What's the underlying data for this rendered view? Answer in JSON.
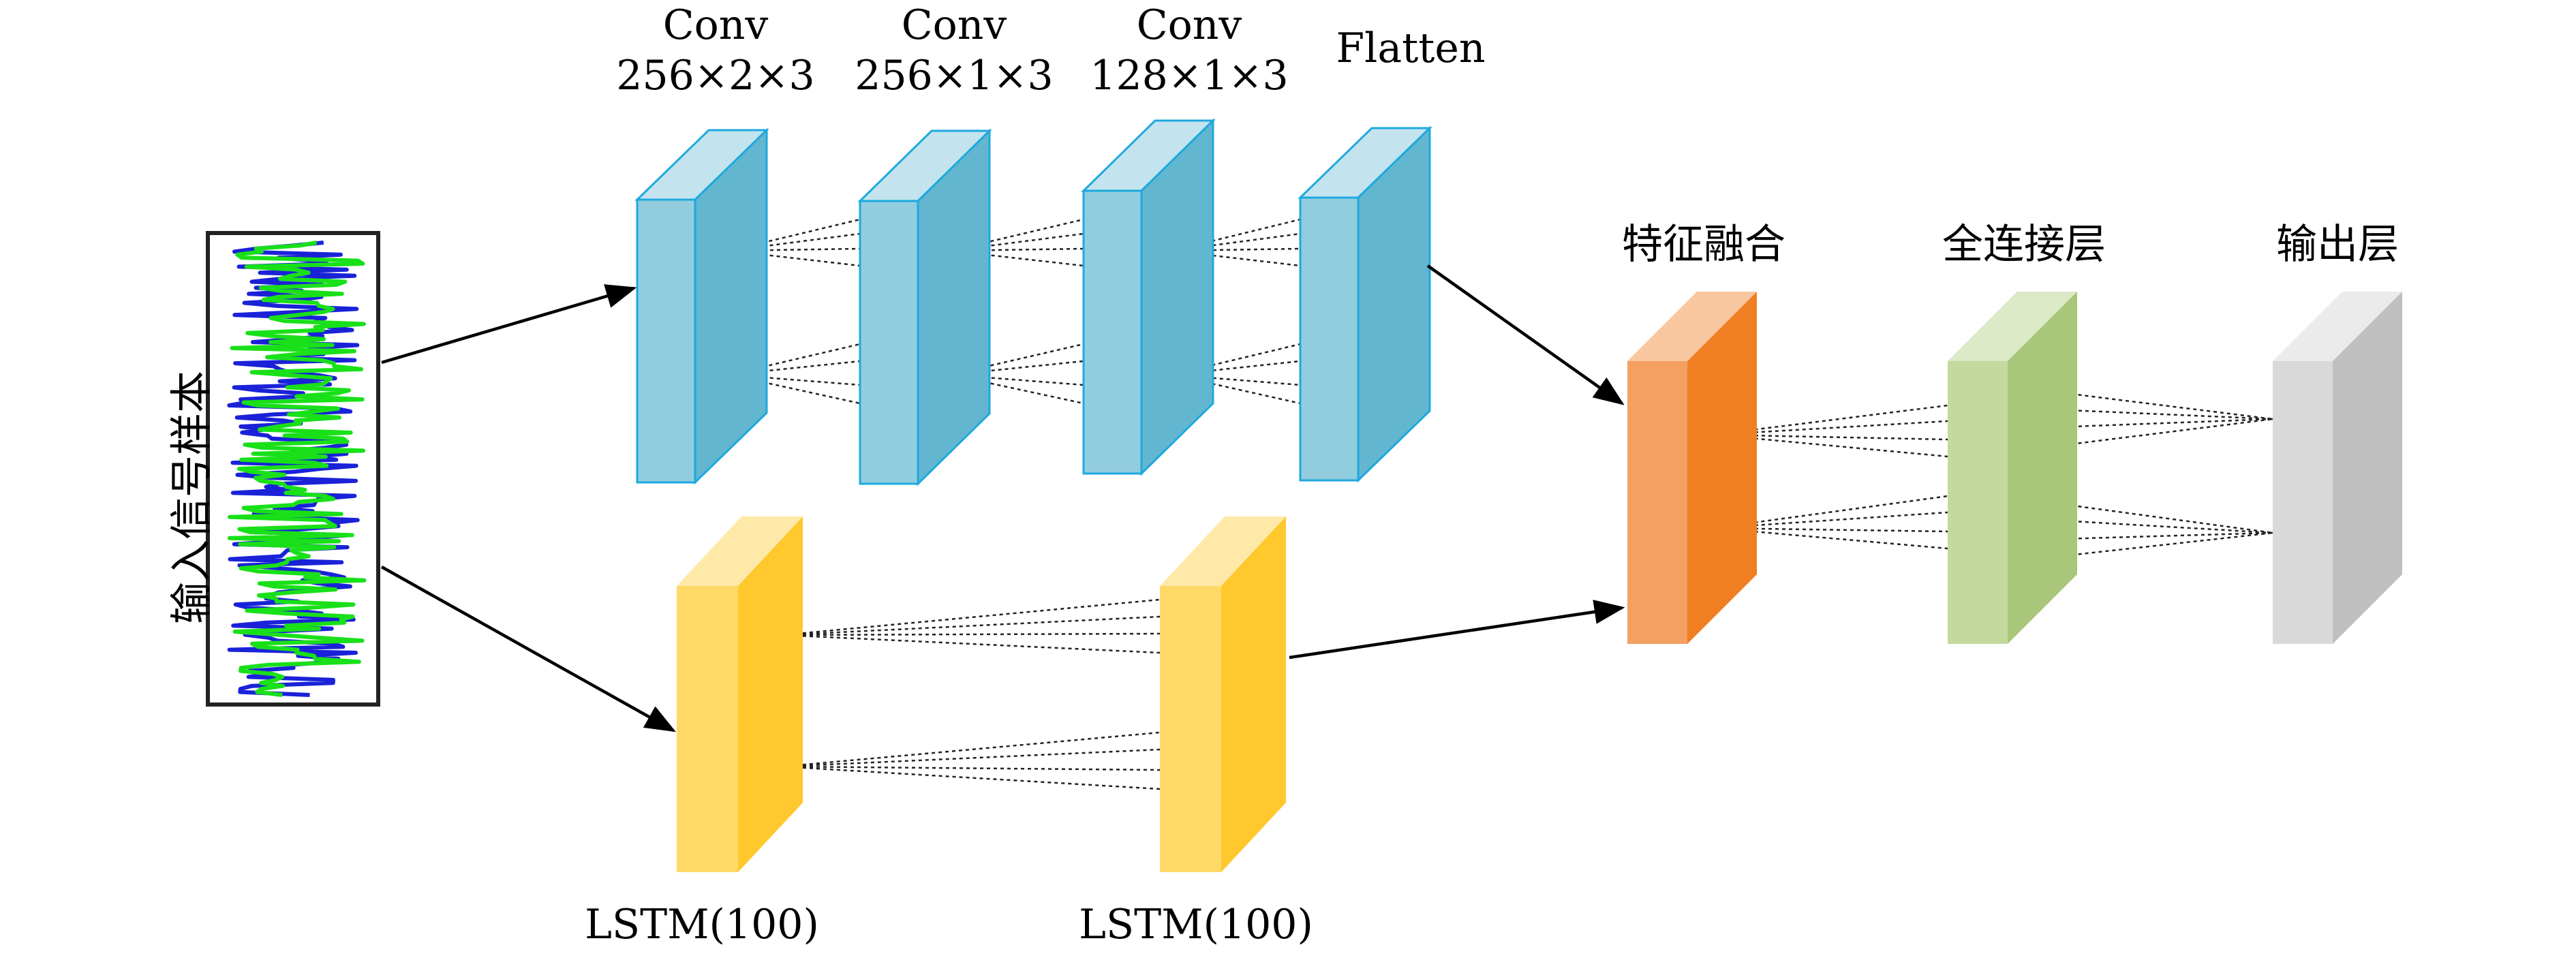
{
  "input": {
    "label": "输入信号样本",
    "wave_colors": {
      "frame": "#222222",
      "blue": "#1a22d8",
      "green": "#19e019"
    }
  },
  "cnn_branch": {
    "layers": [
      {
        "line1": "Conv",
        "line2": "256×2×3"
      },
      {
        "line1": "Conv",
        "line2": "256×1×3"
      },
      {
        "line1": "Conv",
        "line2": "128×1×3"
      },
      {
        "line1": "Flatten",
        "line2": ""
      }
    ],
    "colors": {
      "front": "#92cddf",
      "side": "#63b6cf",
      "top": "#c3e4ee",
      "edge": "#1ea9de"
    }
  },
  "lstm_branch": {
    "layers": [
      {
        "label": "LSTM(100)"
      },
      {
        "label": "LSTM(100)"
      }
    ],
    "colors": {
      "front": "#ffd966",
      "side": "#ffc82d",
      "top": "#ffe9a8"
    }
  },
  "fusion": {
    "label": "特征融合",
    "colors": {
      "front": "#f4a062",
      "side": "#f07f24",
      "top": "#f9c79f"
    }
  },
  "dense": {
    "label": "全连接层",
    "colors": {
      "front": "#c4d99e",
      "side": "#a9c77a",
      "top": "#dce9c6"
    }
  },
  "output": {
    "label": "输出层",
    "colors": {
      "front": "#d9d9d9",
      "side": "#bfbfbf",
      "top": "#ebebeb"
    }
  }
}
